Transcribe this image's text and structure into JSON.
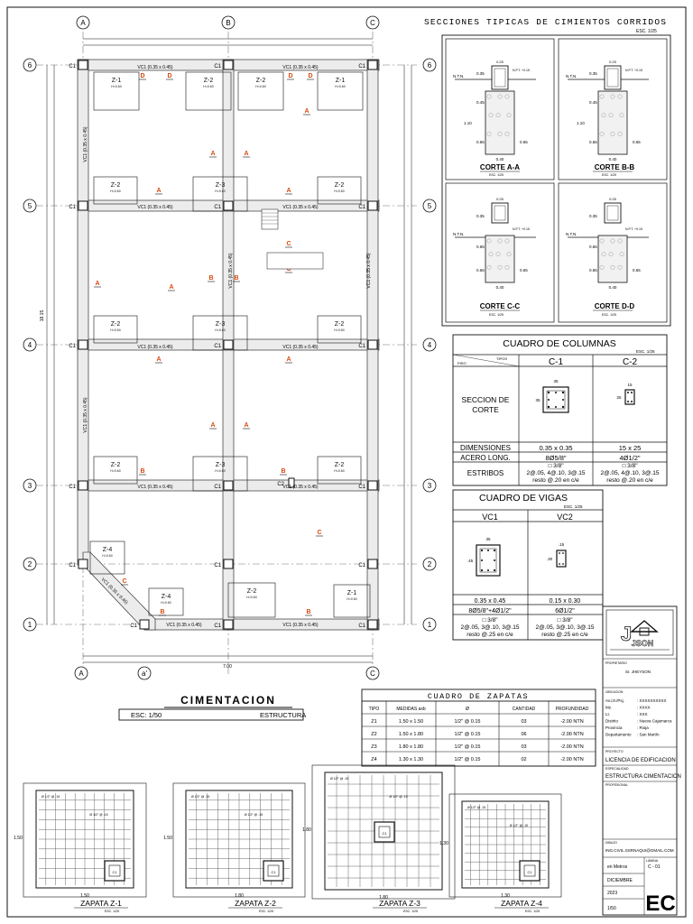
{
  "plan": {
    "axes_top": [
      "A",
      "B",
      "C"
    ],
    "axes_bottom": [
      "A",
      "a'",
      "C"
    ],
    "rows": [
      "6",
      "5",
      "4",
      "3",
      "2",
      "1"
    ],
    "column_labels": [
      "C1",
      "C1",
      "C1",
      "C1",
      "C1",
      "C1",
      "C1",
      "C1",
      "C1",
      "C1",
      "C1",
      "C1",
      "C1",
      "C1",
      "C1",
      "C1",
      "C1",
      "C1",
      "C2"
    ],
    "beam_labels_h": [
      "VC1 (0.35 x 0.45)",
      "VC1 (0.35 x 0.45)",
      "VC1 (0.35 x 0.45)",
      "VC1 (0.35 x 0.45)",
      "VC1 (0.35 x 0.45)",
      "VC1 (0.35 x 0.45)",
      "VC1 (0.35 x 0.45)",
      "VC1 (0.35 x 0.45)",
      "VC1 (0.35 x 0.45)",
      "VC1 (0.35 x 0.45)"
    ],
    "beam_labels_v": [
      "VC1 (0.35 x 0.45)",
      "VC1 (0.35 x 0.45)",
      "VC1 (0.35 x 0.45)",
      "VC1 (0.35 x 0.45)"
    ],
    "footings": [
      {
        "name": "Z-1",
        "sub": "H=0.60"
      },
      {
        "name": "Z-2",
        "sub": "H=0.60"
      },
      {
        "name": "Z-2",
        "sub": "H=0.60"
      },
      {
        "name": "Z-1",
        "sub": "H=0.60"
      },
      {
        "name": "Z-2",
        "sub": "H=0.60"
      },
      {
        "name": "Z-3",
        "sub": "H=0.60"
      },
      {
        "name": "Z-2",
        "sub": "H=0.60"
      },
      {
        "name": "Z-2",
        "sub": "H=0.60"
      },
      {
        "name": "Z-3",
        "sub": "H=0.60"
      },
      {
        "name": "Z-2",
        "sub": "H=0.60"
      },
      {
        "name": "Z-2",
        "sub": "H=0.60"
      },
      {
        "name": "Z-3",
        "sub": "H=0.60"
      },
      {
        "name": "Z-2",
        "sub": "H=0.60"
      },
      {
        "name": "Z-4",
        "sub": "H=0.60"
      },
      {
        "name": "Z-4",
        "sub": "H=0.60"
      },
      {
        "name": "Z-2",
        "sub": "H=0.60"
      },
      {
        "name": "Z-1",
        "sub": "H=0.60"
      }
    ],
    "overall_width": "7.00",
    "overall_height": "18.15"
  },
  "sections": {
    "title": "SECCIONES TIPICAS DE CIMIENTOS CORRIDOS",
    "scale": "ESC. 1/25",
    "cuts": [
      {
        "label": "CORTE A-A",
        "scale": "ESC. 1/25"
      },
      {
        "label": "CORTE B-B",
        "scale": "ESC. 1/25"
      },
      {
        "label": "CORTE C-C",
        "scale": "ESC. 1/25"
      },
      {
        "label": "CORTE D-D",
        "scale": "ESC. 1/25"
      }
    ],
    "ntn": "N.T.N.",
    "npt": "N.P.T. +0.15",
    "dims": {
      "d35": "0.35",
      "d45": "0.45",
      "d110": "1.10",
      "d65": "0.65",
      "d40": "0.40",
      "d15": "0.15",
      "d25": "0.25"
    }
  },
  "columns_table": {
    "title": "CUADRO DE COLUMNAS",
    "scale": "ESC. 1/25",
    "header_piso": "PISO",
    "header_tipo": "TIPOS",
    "types": [
      "C-1",
      "C-2"
    ],
    "row_section": "SECCION DE CORTE",
    "row_dimensions": "DIMENSIONES",
    "row_steel": "ACERO LONG.",
    "row_stirrups": "ESTRIBOS",
    "dimensions": [
      "0.35 x 0.35",
      "15 x 25"
    ],
    "steel": [
      "8Ø5/8\"",
      "4Ø1/2\""
    ],
    "stirrups": [
      [
        "□ 3/8\"",
        "2@.05, 4@.10, 3@.15",
        "resto @.20 en c/e"
      ],
      [
        "□ 3/8\"",
        "2@.05, 4@.10, 3@.15",
        "resto @.20 en c/e"
      ]
    ],
    "dim_c1": "35",
    "dim_c2a": "15",
    "dim_c2b": "25"
  },
  "beams_table": {
    "title": "CUADRO DE VIGAS",
    "scale": "ESC. 1/25",
    "types": [
      "VC1",
      "VC2"
    ],
    "dimensions": [
      "0.35 x 0.45",
      "0.15 x 0.30"
    ],
    "steel": [
      "8Ø5/8\"+4Ø1/2\"",
      "6Ø1/2\""
    ],
    "stirrups": [
      [
        "□ 3/8\"",
        "2@.05, 3@.10, 3@.15",
        "resto @.25 en c/e"
      ],
      [
        "□ 3/8\"",
        "2@.05, 3@.10, 3@.15",
        "resto @.25 en c/e"
      ]
    ],
    "dim_vc1a": "35",
    "dim_vc1b": ".45",
    "dim_vc2a": ".15",
    "dim_vc2b": ".30"
  },
  "title_block": {
    "plan_title": "CIMENTACION",
    "plan_scale": "ESC: 1/50",
    "plan_category": "ESTRUCTURA",
    "logo_text": "JSON",
    "owner_label": "PROPIETARIO",
    "owner_value": "Sr. JHEYSON",
    "location_label": "UBICACION",
    "location_lines": [
      [
        "Av./Jr./Psj.",
        ": XXXXXXXXXX"
      ],
      [
        "Mz.",
        ": XXXX"
      ],
      [
        "Lt.",
        ": XXX"
      ],
      [
        "Distrito",
        ": Nueva Cajamarca"
      ],
      [
        "Provincia",
        ": Rioja"
      ],
      [
        "Departamento",
        ": San Martín"
      ]
    ],
    "project_label": "PROYECTO",
    "project_value": "LICENCIA DE EDIFICACION",
    "specialty_label": "ESPECIALIDAD",
    "specialty_value": "ESTRUCTURA CIMENTACION",
    "professional_label": "PROFESIONAL",
    "drawn_label": "DIBUJO",
    "drawn_value": "ING.CIVIL.SSRNAQUI@GMAIL.COM",
    "units_value": "en Metros",
    "sheet_label": "LÁMINA",
    "sheet_value": "C - 01",
    "date_value": "DICIEMBRE",
    "year_value": "2023",
    "scale_value": "1/50",
    "sheet_code": "EC"
  },
  "footings_table": {
    "title": "CUADRO DE ZAPATAS",
    "headers": [
      "TIPO",
      "MEDIDAS axb",
      "Ø",
      "CANTIDAD",
      "PROFUNDIDAD"
    ],
    "rows": [
      [
        "Z1",
        "1.50 x 1.50",
        "1/2\" @ 0.15",
        "03",
        "-2.00 NTN"
      ],
      [
        "Z2",
        "1.50 x 1.80",
        "1/2\" @ 0.15",
        "06",
        "-2.00 NTN"
      ],
      [
        "Z3",
        "1.80 x 1.80",
        "1/2\" @ 0.15",
        "03",
        "-2.00 NTN"
      ],
      [
        "Z4",
        "1.30 x 1.30",
        "1/2\" @ 0.15",
        "02",
        "-2.00 NTN"
      ]
    ]
  },
  "footing_details": [
    {
      "label": "ZAPATA Z-1",
      "scale": "ESC. 1/25",
      "w": "1.50",
      "h": "1.50",
      "bar": "Ø 1/2\" @ .15"
    },
    {
      "label": "ZAPATA Z-2",
      "scale": "ESC. 1/25",
      "w": "1.80",
      "h": "1.50",
      "bar": "Ø 1/2\" @ .15"
    },
    {
      "label": "ZAPATA Z-3",
      "scale": "ESC. 1/25",
      "w": "1.80",
      "h": "1.80",
      "bar": "Ø 1/2\" @ .15"
    },
    {
      "label": "ZAPATA Z-4",
      "scale": "ESC. 1/25",
      "w": "1.30",
      "h": "1.30",
      "bar": "Ø 1/2\" @ .15"
    }
  ],
  "colors": {
    "ink": "#111111",
    "accent": "#d9480f",
    "grid": "#9a9a9a",
    "fill": "#e6e6e6"
  }
}
